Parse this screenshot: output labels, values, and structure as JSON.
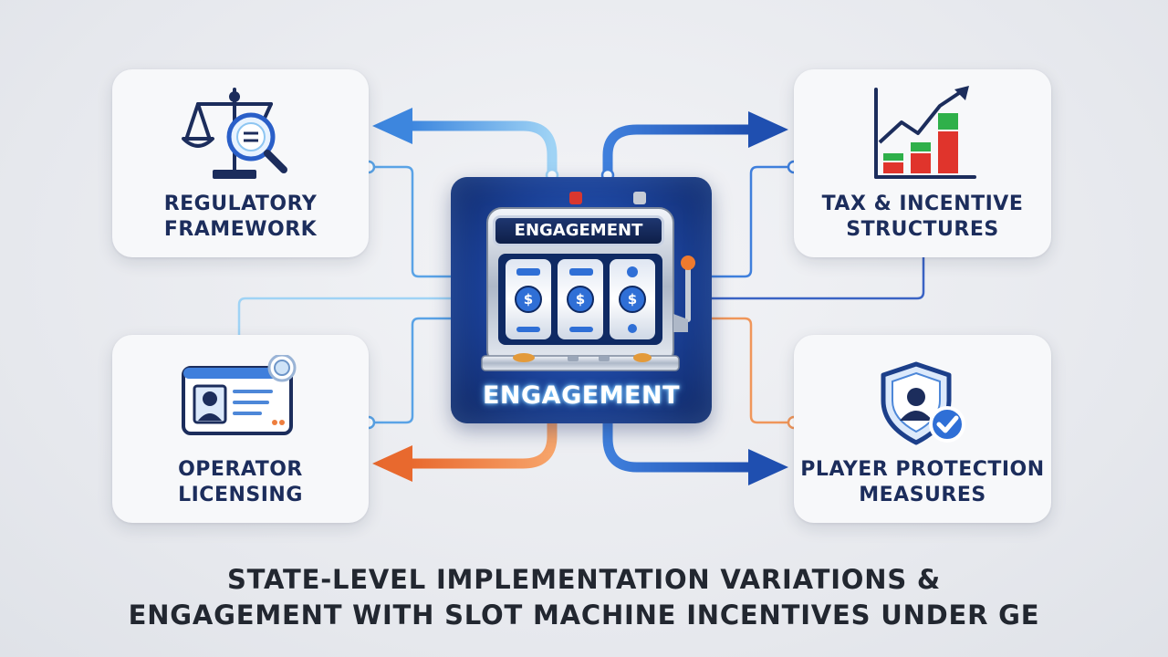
{
  "cards": {
    "regulatory": {
      "line1": "REGULATORY",
      "line2": "FRAMEWORK",
      "icon": "scales-magnifier-icon"
    },
    "tax": {
      "line1": "TAX & INCENTIVE",
      "line2": "STRUCTURES",
      "icon": "growth-bar-chart-icon"
    },
    "licensing": {
      "line1": "OPERATOR",
      "line2": "LICENSING",
      "icon": "id-license-card-icon"
    },
    "protection": {
      "line1": "PLAYER PROTECTION",
      "line2": "MEASURES",
      "icon": "shield-user-check-icon"
    }
  },
  "center": {
    "slot_title": "ENGAGEMENT",
    "bottom_label": "ENGAGEMENT",
    "icon": "slot-machine-icon"
  },
  "footer": {
    "line1": "STATE-LEVEL IMPLEMENTATION VARIATIONS &",
    "line2": "ENGAGEMENT WITH SLOT MACHINE INCENTIVES UNDER GE"
  },
  "colors": {
    "navy": "#1c2d5c",
    "blue_arrow": "#2f6fd6",
    "light_blue_arrow": "#6fb4ec",
    "orange_arrow": "#ee7e3e",
    "panel_blue": "#1a3f94",
    "chart_red": "#e0342c",
    "chart_green": "#2fb04a"
  }
}
